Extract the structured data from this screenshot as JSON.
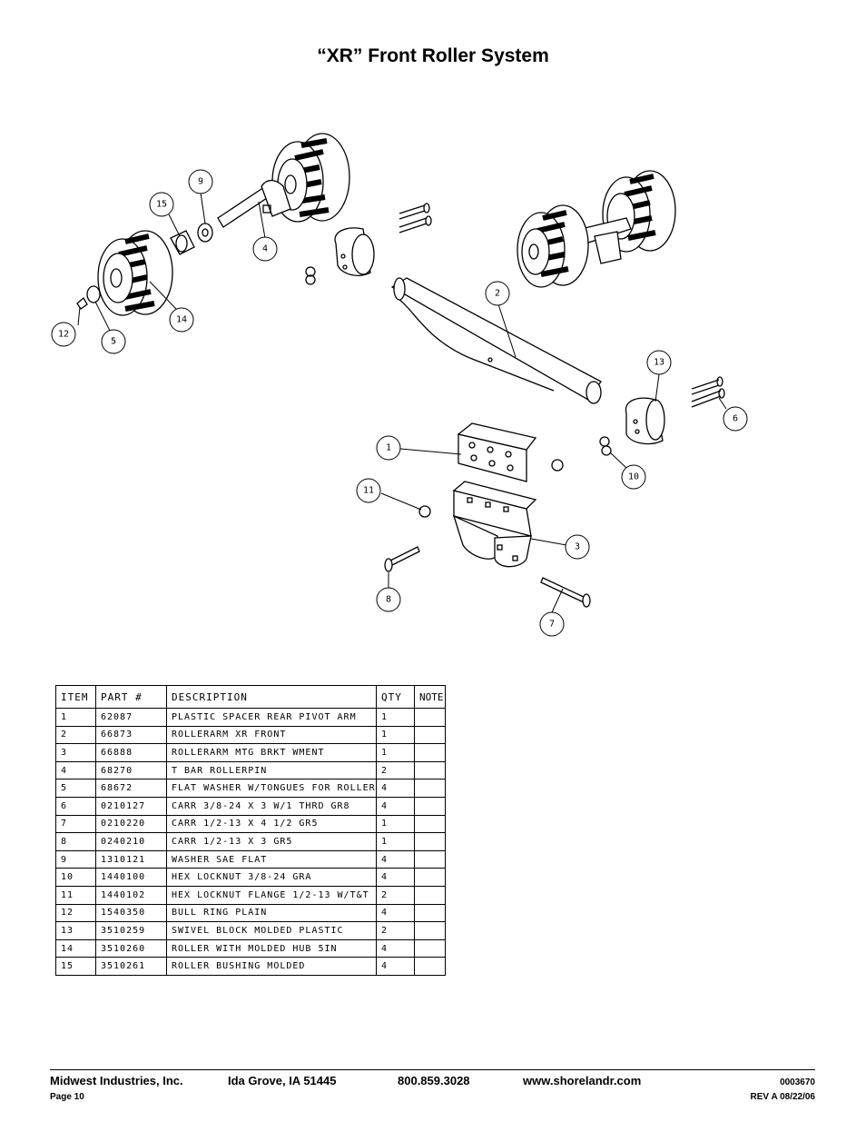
{
  "title": "“XR” Front Roller  System",
  "callouts": [
    {
      "n": "9"
    },
    {
      "n": "15"
    },
    {
      "n": "4"
    },
    {
      "n": "12"
    },
    {
      "n": "5"
    },
    {
      "n": "14"
    },
    {
      "n": "2"
    },
    {
      "n": "13"
    },
    {
      "n": "6"
    },
    {
      "n": "1"
    },
    {
      "n": "10"
    },
    {
      "n": "11"
    },
    {
      "n": "3"
    },
    {
      "n": "8"
    },
    {
      "n": "7"
    }
  ],
  "table": {
    "headers": [
      "ITEM",
      "PART #",
      "DESCRIPTION",
      "QTY",
      "NOTE"
    ],
    "rows": [
      [
        "1",
        "62087",
        "PLASTIC SPACER REAR PIVOT ARM",
        "1",
        ""
      ],
      [
        "2",
        "66873",
        "ROLLERARM XR FRONT",
        "1",
        ""
      ],
      [
        "3",
        "66888",
        "ROLLERARM MTG BRKT WMENT",
        "1",
        ""
      ],
      [
        "4",
        "68270",
        "T BAR ROLLERPIN",
        "2",
        ""
      ],
      [
        "5",
        "68672",
        "FLAT WASHER W/TONGUES FOR ROLLER",
        "4",
        ""
      ],
      [
        "6",
        "0210127",
        "CARR 3/8-24 X 3 W/1 THRD GR8",
        "4",
        ""
      ],
      [
        "7",
        "0210220",
        "CARR 1/2-13 X 4 1/2 GR5",
        "1",
        ""
      ],
      [
        "8",
        "0240210",
        "CARR 1/2-13 X 3 GR5",
        "1",
        ""
      ],
      [
        "9",
        "1310121",
        "WASHER SAE FLAT",
        "4",
        ""
      ],
      [
        "10",
        "1440100",
        "HEX LOCKNUT 3/8-24 GRA",
        "4",
        ""
      ],
      [
        "11",
        "1440102",
        "HEX LOCKNUT FLANGE 1/2-13 W/T&T",
        "2",
        ""
      ],
      [
        "12",
        "1540350",
        "BULL RING PLAIN",
        "4",
        ""
      ],
      [
        "13",
        "3510259",
        "SWIVEL BLOCK MOLDED PLASTIC",
        "2",
        ""
      ],
      [
        "14",
        "3510260",
        "ROLLER WITH MOLDED HUB  5IN",
        "4",
        ""
      ],
      [
        "15",
        "3510261",
        "ROLLER BUSHING MOLDED",
        "4",
        ""
      ]
    ]
  },
  "footer": {
    "company": "Midwest Industries, Inc.",
    "city": "Ida Grove, IA  51445",
    "phone": "800.859.3028",
    "website": "www.shorelandr.com",
    "doc_number": "0003670",
    "page": "Page 10",
    "revision": "REV A  08/22/06"
  }
}
